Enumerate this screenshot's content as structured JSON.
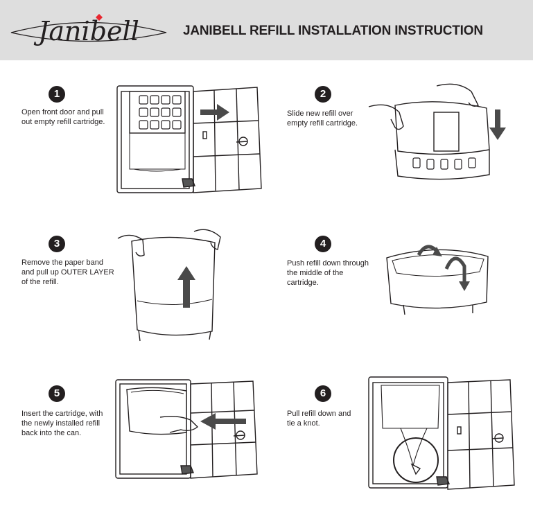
{
  "header": {
    "brand": "Janibell",
    "title": "JANIBELL REFILL INSTALLATION INSTRUCTION",
    "background": "#dedede",
    "accent": "#e8262f"
  },
  "steps": [
    {
      "number": "1",
      "text": "Open front door and pull\nout empty refill cartridge.",
      "illustration": "can-open-cartridge-out"
    },
    {
      "number": "2",
      "text": "Slide new refill over\nempty refill cartridge.",
      "illustration": "refill-over-cartridge"
    },
    {
      "number": "3",
      "text": "Remove the paper band\nand pull up OUTER LAYER\nof the refill.",
      "illustration": "pull-up-outer-layer"
    },
    {
      "number": "4",
      "text": "Push refill down through\nthe middle of the\ncartridge.",
      "illustration": "push-refill-down"
    },
    {
      "number": "5",
      "text": "Insert the cartridge, with\nthe newly installed refill\nback into the can.",
      "illustration": "insert-cartridge"
    },
    {
      "number": "6",
      "text": "Pull refill down and\ntie a knot.",
      "illustration": "tie-knot"
    }
  ]
}
